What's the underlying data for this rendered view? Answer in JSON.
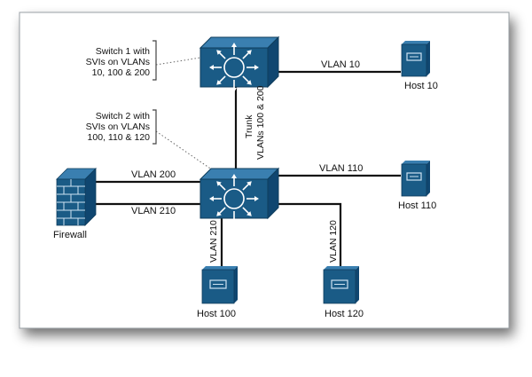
{
  "colors": {
    "switch_fill": "#1a5b86",
    "host_fill": "#1a5b86",
    "line": "#111111",
    "callout_border": "#444444",
    "frame_border": "#9aa0a6"
  },
  "diagram": {
    "switch1": {
      "callout_lines": [
        "Switch 1 with",
        "SVIs on VLANs",
        "10, 100 & 200"
      ]
    },
    "switch2": {
      "callout_lines": [
        "Switch 2 with",
        "SVIs on VLANs",
        "100, 110 & 120"
      ]
    },
    "trunk_label": "Trunk",
    "trunk_vlans": "VLANs 100 & 200",
    "links": {
      "vlan10": "VLAN 10",
      "vlan110": "VLAN 110",
      "vlan200": "VLAN 200",
      "vlan210_h": "VLAN 210",
      "vlan210_v": "VLAN 210",
      "vlan120": "VLAN 120"
    },
    "hosts": {
      "host10": "Host 10",
      "host110": "Host 110",
      "host100": "Host 100",
      "host120": "Host 120"
    },
    "firewall": "Firewall"
  }
}
